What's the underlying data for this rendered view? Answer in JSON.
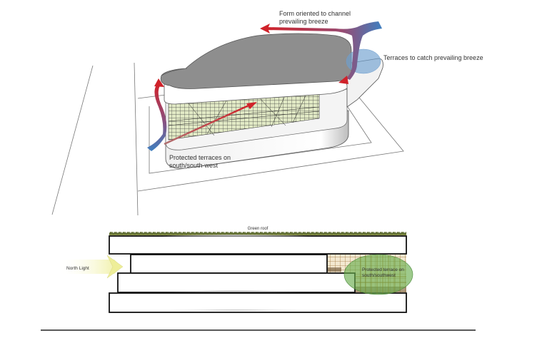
{
  "axonometric": {
    "annotations": {
      "form_oriented_line1": "Form oriented to channel",
      "form_oriented_line2": "prevailing breeze",
      "terraces_catch": "Terraces to catch prevailing breeze",
      "protected_terraces_line1": "Protected terraces on",
      "protected_terraces_line2": "south/south-west"
    }
  },
  "section": {
    "annotations": {
      "green_roof": "Green roof",
      "north_light": "North Light",
      "protected_terrace_line1": "Protected terrace on",
      "protected_terrace_line2": "south/southwest"
    }
  },
  "colors": {
    "wind_warm": "#d0222a",
    "wind_cool": "#3f7fc0",
    "roof_gray": "#8e8e8e",
    "glazing": "#e8f0c8",
    "terrace_circle": "#6aad4f",
    "breeze_circle": "#6f9fd0",
    "north_light": "#eeee99",
    "grass": "#4a5a1a"
  }
}
